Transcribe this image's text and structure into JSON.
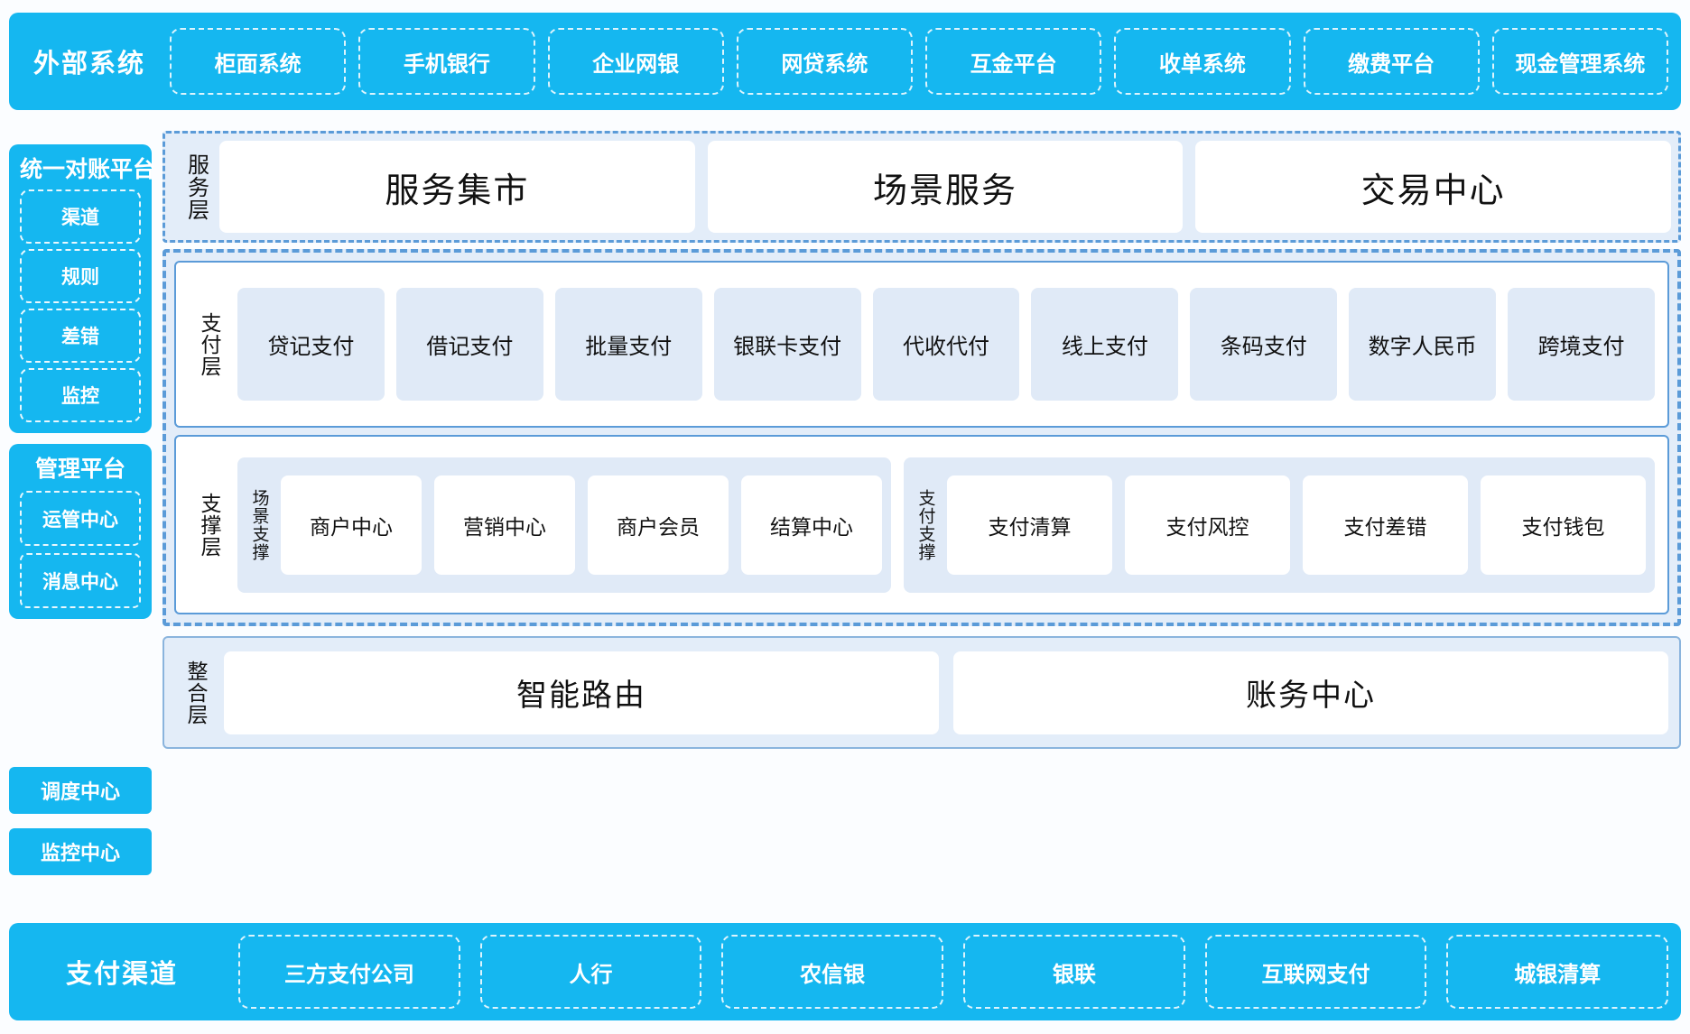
{
  "colors": {
    "cyan": "#15b7f0",
    "panel_blue": "#e3edf9",
    "card_blue": "#e0eaf7",
    "border_blue": "#5b9bd8",
    "white": "#ffffff"
  },
  "external_systems": {
    "title": "外部系统",
    "items": [
      "柜面系统",
      "手机银行",
      "企业网银",
      "网贷系统",
      "互金平台",
      "收单系统",
      "缴费平台",
      "现金管理系统"
    ]
  },
  "recon_platform": {
    "title": "统一对账平台",
    "items": [
      "渠道",
      "规则",
      "差错",
      "监控"
    ]
  },
  "manage_platform": {
    "title": "管理平台",
    "items": [
      "运管中心",
      "消息中心"
    ]
  },
  "side_boxes": {
    "dispatch_center": "调度中心",
    "monitor_center": "监控中心"
  },
  "service_layer": {
    "label": "服务层",
    "items": [
      "服务集市",
      "场景服务",
      "交易中心"
    ]
  },
  "payment_layer": {
    "label": "支付层",
    "items": [
      "贷记支付",
      "借记支付",
      "批量支付",
      "银联卡支付",
      "代收代付",
      "线上支付",
      "条码支付",
      "数字人民币",
      "跨境支付"
    ]
  },
  "support_layer": {
    "label": "支撑层",
    "groups": [
      {
        "label": "场景支撑",
        "items": [
          "商户中心",
          "营销中心",
          "商户会员",
          "结算中心"
        ]
      },
      {
        "label": "支付支撑",
        "items": [
          "支付清算",
          "支付风控",
          "支付差错",
          "支付钱包"
        ]
      }
    ]
  },
  "integration_layer": {
    "label": "整合层",
    "items": [
      "智能路由",
      "账务中心"
    ]
  },
  "payment_channels": {
    "title": "支付渠道",
    "items": [
      "三方支付公司",
      "人行",
      "农信银",
      "银联",
      "互联网支付",
      "城银清算"
    ]
  }
}
